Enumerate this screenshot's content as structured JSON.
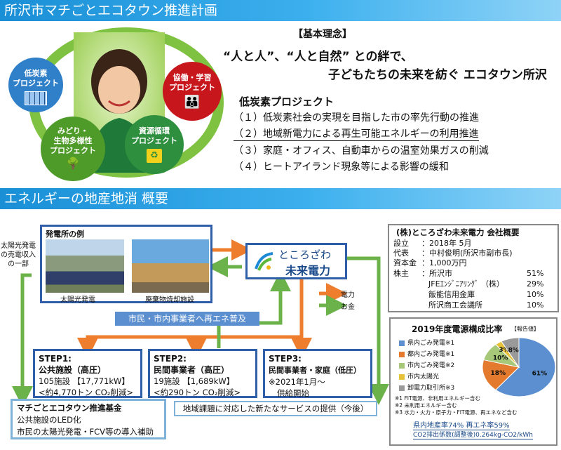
{
  "header1": "所沢市マチごとエコタウン推進計画",
  "header2": "エネルギーの地産地消 概要",
  "concept": {
    "title": "【基本理念】",
    "line1": "“人と人”、“人と自然” との絆で、",
    "line2": "子どもたちの未来を紡ぐ エコタウン所沢"
  },
  "bubbles": {
    "low_carbon": [
      "低炭素",
      "プロジェクト"
    ],
    "cooperation": [
      "協働・学習",
      "プロジェクト"
    ],
    "green": [
      "みどり・",
      "生物多様性",
      "プロジェクト"
    ],
    "recycle": [
      "資源循環",
      "プロジェクト"
    ]
  },
  "low_carbon_project": {
    "title": "低炭素プロジェクト",
    "items": [
      "（１）低炭素社会の実現を目指した市の率先行動の推進",
      "（２）地域新電力による再生可能エネルギーの利用推進",
      "（３）家庭・オフィス、自動車からの温室効果ガスの削減",
      "（４）ヒートアイランド現象等による影響の緩和"
    ]
  },
  "side_note": [
    "太陽光発電",
    "の売電収入",
    "の一部"
  ],
  "plants": {
    "title": "発電所の例",
    "captions": [
      "太陽光発電",
      "廃棄物焼却施設"
    ]
  },
  "company_logo": [
    "ところざわ",
    "未来電力"
  ],
  "arrow_legend": {
    "power": "電力",
    "money": "お金"
  },
  "diffusion_banner": "市民・市内事業者へ再エネ普及",
  "steps": [
    {
      "title": "STEP1:",
      "sub": "公共施設（高圧）",
      "line1": "105施設 【17,771kW】",
      "line2": "<約4,770トン CO₂削減>"
    },
    {
      "title": "STEP2:",
      "sub": "民間事業者（高圧）",
      "line1": "19施設 【1,689kW】",
      "line2": "<約290トン CO₂削減>"
    },
    {
      "title": "STEP3:",
      "sub": "民間事業者・家庭（低圧）",
      "line1": "※2021年1月～",
      "line2": "供給開始"
    }
  ],
  "fund": {
    "title": "マチごとエコタウン推進基金",
    "line1": "公共施設のLED化",
    "line2": "市民の太陽光発電・FCV等の導入補助"
  },
  "new_service": "地域課題に対応した新たなサービスの提供（今後）",
  "company": {
    "title": "(株)ところざわ未来電力 会社概要",
    "rows": [
      {
        "label": "設立",
        "value": "：2018年 5月"
      },
      {
        "label": "代表",
        "value": "：中村俊明(所沢市副市長)"
      },
      {
        "label": "資本金",
        "value": "：1,000万円"
      }
    ],
    "shareholder_label": "株主",
    "shareholders": [
      {
        "name": "：所沢市",
        "pct": "51%"
      },
      {
        "name": "JFEｴﾝｼﾞﾆｱﾘﾝｸﾞ （株）",
        "pct": "29%"
      },
      {
        "name": "飯能信用金庫",
        "pct": "10%"
      },
      {
        "name": "所沢商工会議所",
        "pct": "10%"
      }
    ]
  },
  "chart_data": {
    "type": "pie",
    "title": "2019年度電源構成比率",
    "badge": "【報告値】",
    "slices": [
      {
        "name": "県内ごみ発電※1",
        "value": 61,
        "label": "61%",
        "color": "#5b8fd0"
      },
      {
        "name": "都内ごみ発電※1",
        "value": 18,
        "label": "18%",
        "color": "#e37a2e"
      },
      {
        "name": "市内ごみ発電※2",
        "value": 10,
        "label": "10%",
        "color": "#a7c878"
      },
      {
        "name": "市内太陽光",
        "value": 3,
        "label": "3%",
        "color": "#e6c23b"
      },
      {
        "name": "卸電力取引所※3",
        "value": 8,
        "label": "8%",
        "color": "#9a9a9a"
      }
    ],
    "notes": [
      "※1 FIT電源、非利用エネルギー含む",
      "※2 未利用エネルギー含む",
      "※3 水力・火力・原子力・FIT電源、再エネなど含む"
    ],
    "footer1": "県内地産率74% 再エネ率59%",
    "footer2": "CO2排出係数(調整後)0.264kg-CO2/kWh"
  },
  "colors": {
    "accent_blue": "#2f5fa8",
    "orange_arrow": "#ef7d2e",
    "green_arrow": "#6bb24a",
    "bar": "#1a8fd6"
  }
}
